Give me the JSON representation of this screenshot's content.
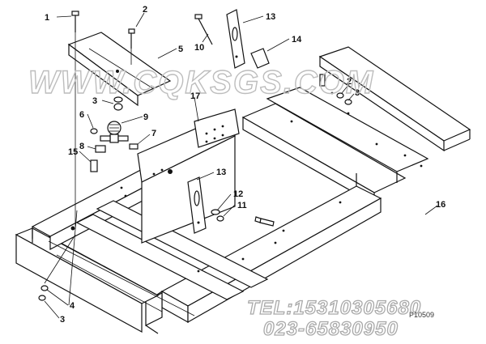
{
  "diagram": {
    "watermark": "WWW.CQKSGS.COM",
    "phone": "TEL:15310305680",
    "phone2": "023-65830950",
    "part_code": "P10509",
    "callouts": [
      {
        "id": "c1",
        "label": "1"
      },
      {
        "id": "c2a",
        "label": "2"
      },
      {
        "id": "c5",
        "label": "5"
      },
      {
        "id": "c10",
        "label": "10"
      },
      {
        "id": "c13a",
        "label": "13"
      },
      {
        "id": "c14",
        "label": "14"
      },
      {
        "id": "c3a",
        "label": "3"
      },
      {
        "id": "c9",
        "label": "9"
      },
      {
        "id": "c6",
        "label": "6"
      },
      {
        "id": "c7",
        "label": "7"
      },
      {
        "id": "c8",
        "label": "8"
      },
      {
        "id": "c15",
        "label": "15"
      },
      {
        "id": "c17",
        "label": "17"
      },
      {
        "id": "c2b",
        "label": "2"
      },
      {
        "id": "c3b",
        "label": "3"
      },
      {
        "id": "c13b",
        "label": "13"
      },
      {
        "id": "c12",
        "label": "12"
      },
      {
        "id": "c11",
        "label": "11"
      },
      {
        "id": "c16",
        "label": "16"
      },
      {
        "id": "c4",
        "label": "4"
      },
      {
        "id": "c3c",
        "label": "3"
      }
    ]
  }
}
